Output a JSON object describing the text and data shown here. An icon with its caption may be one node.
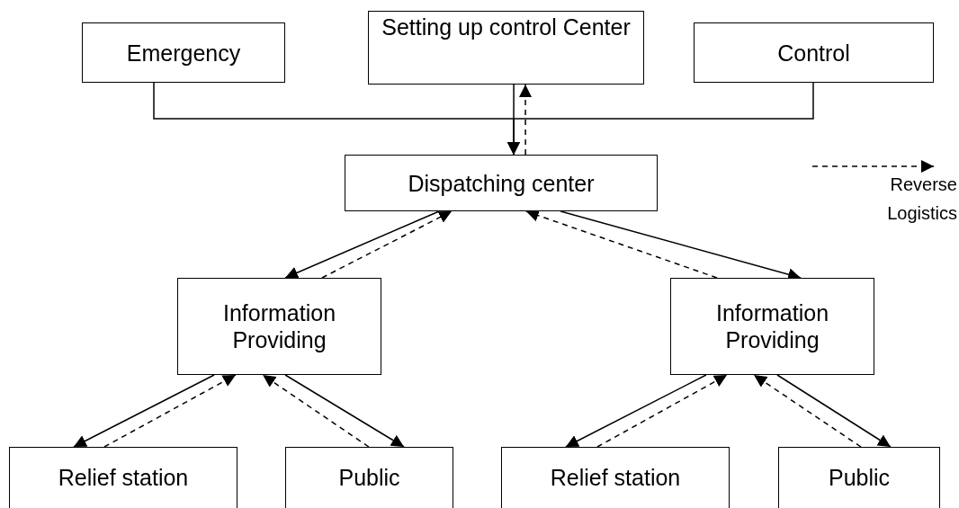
{
  "diagram": {
    "nodes": [
      {
        "text": [
          "Emergency"
        ]
      },
      {
        "text": [
          "Setting up control Center"
        ]
      },
      {
        "text": [
          "Control"
        ]
      },
      {
        "text": [
          "Dispatching center"
        ]
      },
      {
        "text": [
          "Information Providing"
        ]
      },
      {
        "text": [
          "Information Providing"
        ]
      },
      {
        "text": [
          "Relief station"
        ]
      },
      {
        "text": [
          "Public"
        ]
      },
      {
        "text": [
          "Relief station"
        ]
      },
      {
        "text": [
          "Public"
        ]
      }
    ],
    "edges": [
      {
        "from": 0,
        "to": 3,
        "arrow": "to"
      },
      {
        "from": 2,
        "to": 3,
        "arrow": "to"
      },
      {
        "from": 1,
        "to": 3,
        "arrow": "to"
      },
      {
        "from": 3,
        "to": 1,
        "arrow": "to",
        "style": "dashed"
      },
      {
        "from": 3,
        "to": 4,
        "arrow": "to"
      },
      {
        "from": 4,
        "to": 3,
        "arrow": "to",
        "style": "dashed"
      },
      {
        "from": 3,
        "to": 5,
        "arrow": "to"
      },
      {
        "from": 5,
        "to": 3,
        "arrow": "to",
        "style": "dashed"
      },
      {
        "from": 4,
        "to": 6,
        "arrow": "to"
      },
      {
        "from": 6,
        "to": 4,
        "arrow": "to",
        "style": "dashed"
      },
      {
        "from": 4,
        "to": 7,
        "arrow": "to"
      },
      {
        "from": 7,
        "to": 4,
        "arrow": "to",
        "style": "dashed"
      },
      {
        "from": 5,
        "to": 8,
        "arrow": "to"
      },
      {
        "from": 8,
        "to": 5,
        "arrow": "to",
        "style": "dashed"
      },
      {
        "from": 5,
        "to": 9,
        "arrow": "to"
      },
      {
        "from": 9,
        "to": 5,
        "arrow": "to",
        "style": "dashed"
      }
    ],
    "legend": [
      {
        "text": "Reverse Logistics"
      }
    ]
  }
}
